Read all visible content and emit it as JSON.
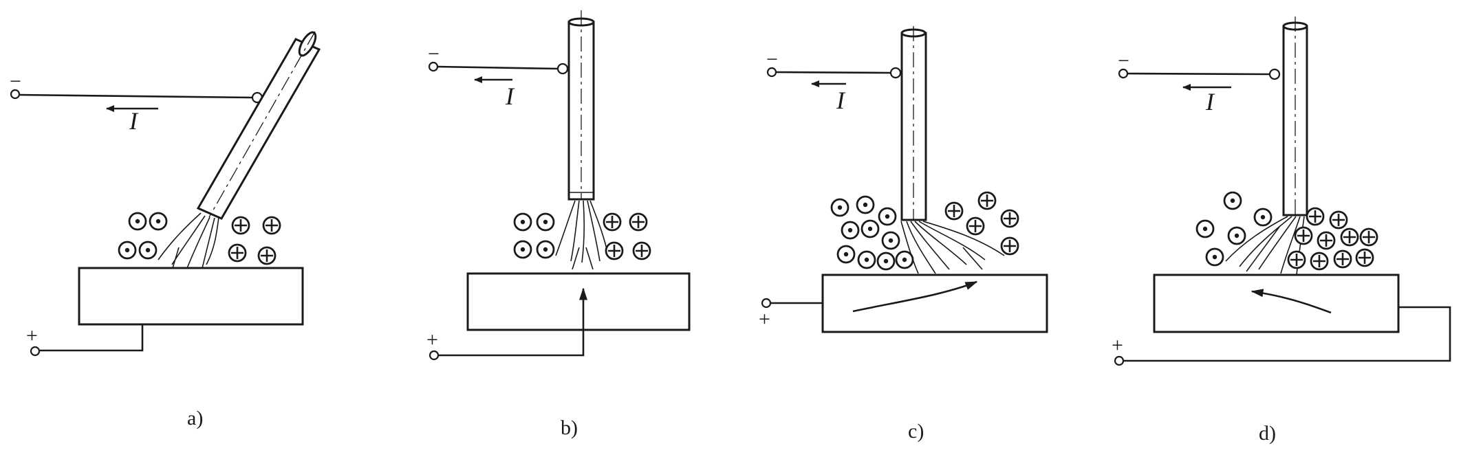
{
  "diagram": {
    "panels": [
      {
        "id": "a",
        "caption": "a)",
        "current": "I",
        "neg": "−",
        "pos": "+"
      },
      {
        "id": "b",
        "caption": "b)",
        "current": "I",
        "neg": "−",
        "pos": "+"
      },
      {
        "id": "c",
        "caption": "c)",
        "current": "I",
        "neg": "−",
        "pos": "+"
      },
      {
        "id": "d",
        "caption": "d)",
        "current": "I",
        "neg": "−",
        "pos": "+"
      }
    ]
  }
}
